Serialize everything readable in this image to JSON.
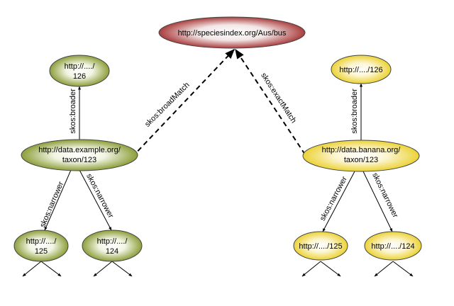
{
  "nodes": {
    "aus_bus": {
      "lines": [
        "http://speciesindex.org/Aus/bus"
      ],
      "color": "#9b1c1c"
    },
    "example_123": {
      "lines": [
        "http://data.example.org/",
        "taxon/123"
      ],
      "color": "#7a8f1c"
    },
    "example_126": {
      "lines": [
        "http://..../",
        "126"
      ],
      "color": "#7a8f1c"
    },
    "example_125": {
      "lines": [
        "http://..../",
        "125"
      ],
      "color": "#7a8f1c"
    },
    "example_124": {
      "lines": [
        "http://..../",
        "124"
      ],
      "color": "#7a8f1c"
    },
    "banana_123": {
      "lines": [
        "http://data.banana.org/",
        "taxon/123"
      ],
      "color": "#e8cc1a"
    },
    "banana_126": {
      "lines": [
        "http://..../126"
      ],
      "color": "#e8cc1a"
    },
    "banana_125": {
      "lines": [
        "http://..../125"
      ],
      "color": "#e8cc1a"
    },
    "banana_124": {
      "lines": [
        "http://..../124"
      ],
      "color": "#e8cc1a"
    }
  },
  "edges": {
    "broad_match": "skos:broadMatch",
    "exact_match": "skos:exactMatch",
    "broader_left": "skos:broader",
    "broader_right": "skos:broader",
    "narrower_left_1": "skos:narrower",
    "narrower_left_2": "skos:narrower",
    "narrower_right_1": "skos:narrower",
    "narrower_right_2": "skos:narrower"
  }
}
